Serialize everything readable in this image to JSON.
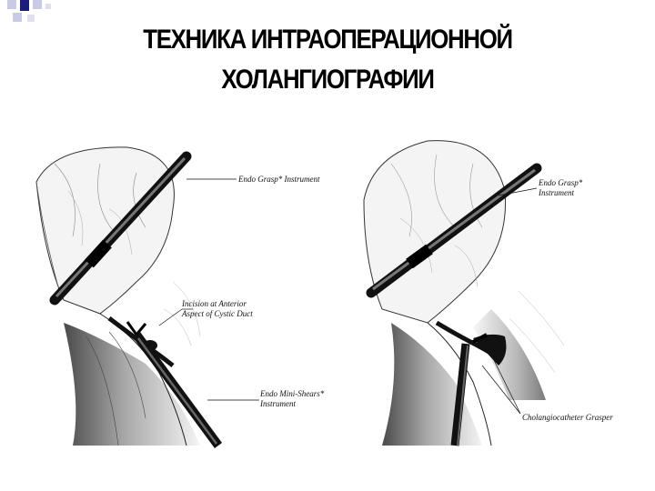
{
  "slide": {
    "title_line1": "ТЕХНИКА ИНТРАОПЕРАЦИОННОЙ",
    "title_line2": "ХОЛАНГИОГРАФИИ"
  },
  "figure_left": {
    "label_grasp": "Endo Grasp* Instrument",
    "label_incision_1": "Incision at Anterior",
    "label_incision_2": "Aspect of Cystic Duct",
    "label_shears_1": "Endo Mini-Shears*",
    "label_shears_2": "Instrument"
  },
  "figure_right": {
    "label_grasp_1": "Endo Grasp*",
    "label_grasp_2": "Instrument",
    "label_catheter": "Cholangiocatheter Grasper"
  },
  "colors": {
    "accent_navy": "#1c1c7c",
    "accent_light": "#c9cbe4",
    "line": "#111111"
  }
}
